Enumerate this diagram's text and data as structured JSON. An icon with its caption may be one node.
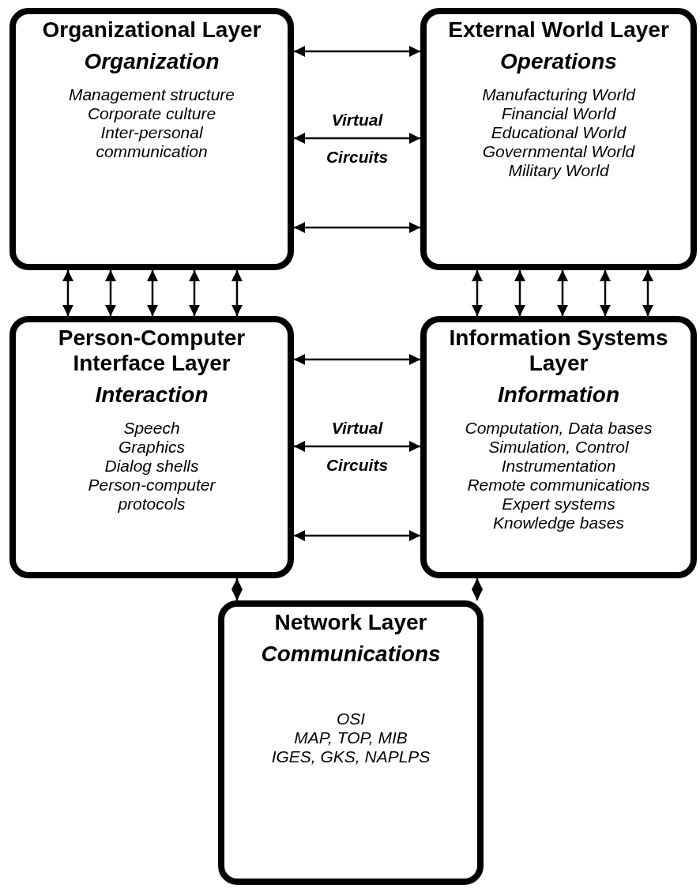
{
  "diagram": {
    "nodes": [
      {
        "text": [
          "Organizational Layer",
          "Organization",
          "Management structure",
          "Corporate culture",
          "Inter-personal communication"
        ]
      },
      {
        "text": [
          "External World Layer",
          "Operations",
          "Manufacturing World",
          "Financial World",
          "Educational World",
          "Governmental World",
          "Military World"
        ]
      },
      {
        "text": [
          "Person-Computer Interface Layer",
          "Interaction",
          "Speech",
          "Graphics",
          "Dialog shells",
          "Person-computer protocols"
        ]
      },
      {
        "text": [
          "Information Systems Layer",
          "Information",
          "Computation, Data bases",
          "Simulation, Control",
          "Instrumentation",
          "Remote communications",
          "Expert systems",
          "Knowledge bases"
        ]
      },
      {
        "text": [
          "Network Layer",
          "Communications",
          "OSI",
          "MAP, TOP, MIB",
          "IGES, GKS, NAPLPS"
        ]
      }
    ],
    "edges": [
      {
        "from": 0,
        "to": 1,
        "arrow": "both"
      },
      {
        "from": 0,
        "to": 1,
        "arrow": "both",
        "label": "Virtual Circuits"
      },
      {
        "from": 0,
        "to": 1,
        "arrow": "both"
      },
      {
        "from": 0,
        "to": 2,
        "arrow": "both"
      },
      {
        "from": 0,
        "to": 2,
        "arrow": "both"
      },
      {
        "from": 0,
        "to": 2,
        "arrow": "both"
      },
      {
        "from": 0,
        "to": 2,
        "arrow": "both"
      },
      {
        "from": 0,
        "to": 2,
        "arrow": "both"
      },
      {
        "from": 1,
        "to": 3,
        "arrow": "both"
      },
      {
        "from": 1,
        "to": 3,
        "arrow": "both"
      },
      {
        "from": 1,
        "to": 3,
        "arrow": "both"
      },
      {
        "from": 1,
        "to": 3,
        "arrow": "both"
      },
      {
        "from": 1,
        "to": 3,
        "arrow": "both"
      },
      {
        "from": 2,
        "to": 3,
        "arrow": "both"
      },
      {
        "from": 2,
        "to": 3,
        "arrow": "both",
        "label": "Virtual Circuits"
      },
      {
        "from": 2,
        "to": 3,
        "arrow": "both"
      },
      {
        "from": 2,
        "to": 4,
        "arrow": "both"
      },
      {
        "from": 3,
        "to": 4,
        "arrow": "both"
      }
    ]
  }
}
